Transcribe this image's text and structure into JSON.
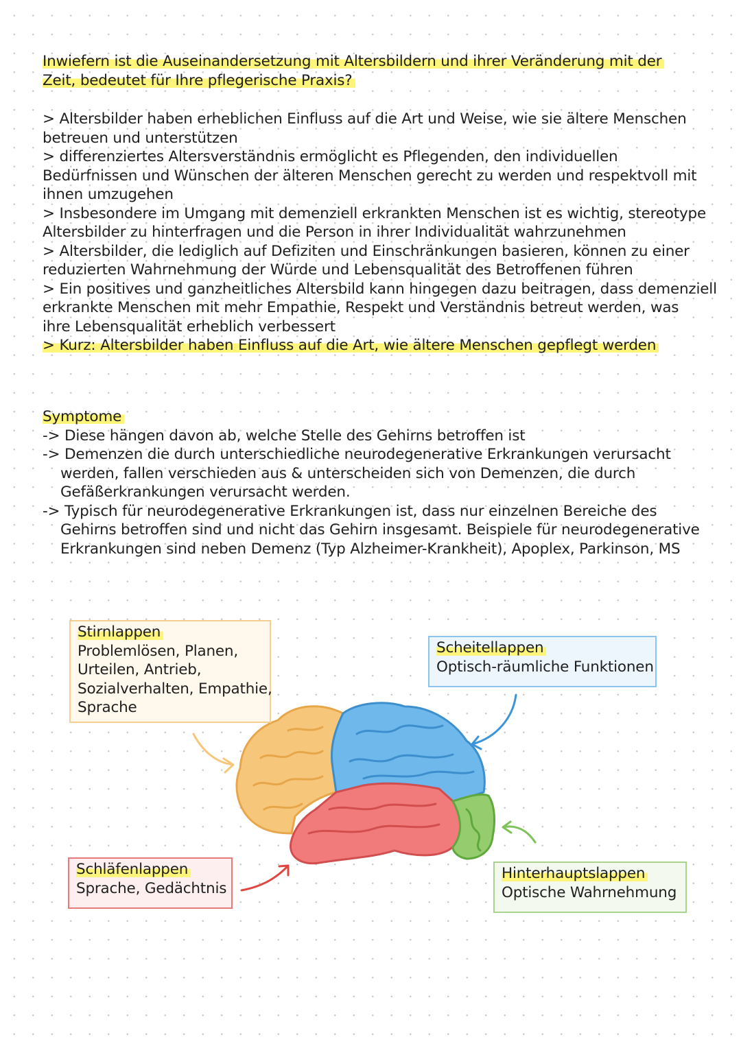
{
  "question": {
    "lines": [
      "Inwiefern ist die Auseinandersetzung mit Altersbildern und ihrer Veränderung mit der",
      "Zeit, bedeutet für Ihre pflegerische Praxis?"
    ]
  },
  "answers": {
    "lines": [
      "> Altersbilder haben erheblichen Einfluss auf die Art und Weise, wie sie ältere Menschen",
      "betreuen und unterstützen",
      "> differenziertes Altersverständnis ermöglicht es Pflegenden, den individuellen",
      "Bedürfnissen und Wünschen der älteren Menschen gerecht zu werden und respektvoll mit",
      "ihnen umzugehen",
      "> Insbesondere im Umgang mit demenziell erkrankten Menschen ist es wichtig, stereotype",
      "Altersbilder zu hinterfragen und die Person in ihrer Individualität wahrzunehmen",
      "> Altersbilder, die lediglich auf Defiziten und Einschränkungen basieren, können zu einer",
      "reduzierten Wahrnehmung der Würde und Lebensqualität des Betroffenen führen",
      "> Ein positives und ganzheitliches Altersbild kann hingegen dazu beitragen, dass demenziell",
      "erkrankte Menschen mit mehr Empathie, Respekt und Verständnis betreut werden, was",
      "ihre Lebensqualität erheblich verbessert"
    ],
    "summary": "> Kurz: Altersbilder haben Einfluss auf die Art, wie ältere Menschen gepflegt werden"
  },
  "symptoms": {
    "heading": "Symptome",
    "lines": [
      "-> Diese hängen davon ab, welche Stelle des Gehirns betroffen ist",
      "-> Demenzen die durch unterschiedliche neurodegenerative Erkrankungen verursacht",
      "werden, fallen verschieden aus & unterscheiden sich von Demenzen, die durch",
      "Gefäßerkrankungen verursacht werden.",
      "-> Typisch für neurodegenerative Erkrankungen ist, dass nur einzelnen Bereiche des",
      "Gehirns betroffen sind und nicht das Gehirn insgesamt. Beispiele für neurodegenerative",
      "Erkrankungen sind neben Demenz (Typ Alzheimer-Krankheit), Apoplex, Parkinson, MS"
    ]
  },
  "diagram": {
    "frontal": {
      "name": "Stirnlappen",
      "functions": [
        "Problemlösen, Planen,",
        "Urteilen, Antrieb,",
        "Sozialverhalten, Empathie,",
        "Sprache"
      ],
      "color": "#f6cf8e"
    },
    "parietal": {
      "name": "Scheitellappen",
      "functions": [
        "Optisch-räumliche Funktionen"
      ],
      "color": "#8cc4ee"
    },
    "temporal": {
      "name": "Schläfenlappen",
      "functions": [
        "Sprache, Gedächtnis"
      ],
      "color": "#e57a78"
    },
    "occipital": {
      "name": "Hinterhauptslappen",
      "functions": [
        "Optische Wahrnehmung"
      ],
      "color": "#aad48e"
    }
  }
}
